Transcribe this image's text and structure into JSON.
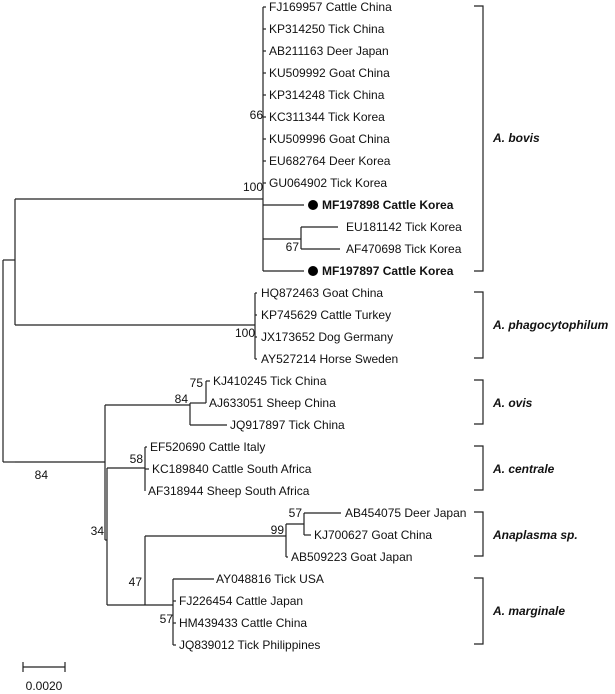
{
  "taxa": [
    {
      "label": "FJ169957 Cattle China"
    },
    {
      "label": "KP314250 Tick China"
    },
    {
      "label": "AB211163 Deer Japan"
    },
    {
      "label": "KU509992 Goat China"
    },
    {
      "label": "KP314248 Tick China"
    },
    {
      "label": "KC311344 Tick Korea"
    },
    {
      "label": "KU509996 Goat China"
    },
    {
      "label": "EU682764 Deer Korea"
    },
    {
      "label": "GU064902 Tick Korea"
    },
    {
      "label": "MF197898 Cattle Korea",
      "highlight": true
    },
    {
      "label": "EU181142 Tick Korea"
    },
    {
      "label": "AF470698 Tick Korea"
    },
    {
      "label": "MF197897 Cattle Korea",
      "highlight": true
    },
    {
      "label": "HQ872463 Goat China"
    },
    {
      "label": "KP745629 Cattle Turkey"
    },
    {
      "label": "JX173652 Dog Germany"
    },
    {
      "label": "AY527214 Horse Sweden"
    },
    {
      "label": "KJ410245 Tick China"
    },
    {
      "label": "AJ633051 Sheep China"
    },
    {
      "label": "JQ917897 Tick China"
    },
    {
      "label": "EF520690 Cattle Italy"
    },
    {
      "label": "KC189840 Cattle South Africa"
    },
    {
      "label": "AF318944 Sheep South Africa"
    },
    {
      "label": "AB454075 Deer Japan"
    },
    {
      "label": "KJ700627 Goat China"
    },
    {
      "label": "AB509223 Goat Japan"
    },
    {
      "label": "AY048816 Tick USA"
    },
    {
      "label": "FJ226454 Cattle Japan"
    },
    {
      "label": "HM439433 Cattle China"
    },
    {
      "label": "JQ839012 Tick Philippines"
    }
  ],
  "bootstrap": [
    "66",
    "100",
    "67",
    "100",
    "75",
    "84",
    "58",
    "84",
    "34",
    "99",
    "57",
    "47",
    "57"
  ],
  "clades": [
    {
      "name": "A. bovis"
    },
    {
      "name": "A. phagocytophilum"
    },
    {
      "name": "A. ovis"
    },
    {
      "name": "A. centrale"
    },
    {
      "name": "Anaplasma sp."
    },
    {
      "name": "A. marginale"
    }
  ],
  "scale_bar": {
    "label": "0.0020"
  }
}
